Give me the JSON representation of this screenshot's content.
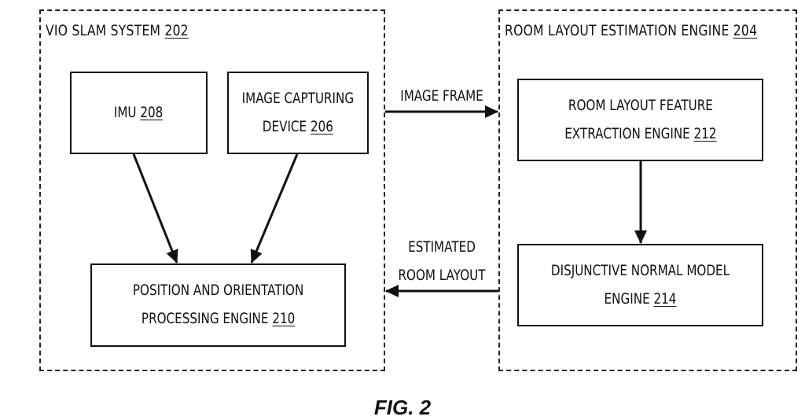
{
  "containers": {
    "vio": {
      "title": "VIO SLAM SYSTEM",
      "ref": "202"
    },
    "room": {
      "title": "ROOM LAYOUT ESTIMATION ENGINE",
      "ref": "204"
    }
  },
  "boxes": {
    "imu": {
      "line1": "IMU",
      "ref": "208"
    },
    "camera": {
      "line1": "IMAGE CAPTURING",
      "line2": "DEVICE",
      "ref": "206"
    },
    "pose": {
      "line1": "POSITION AND ORIENTATION",
      "line2": "PROCESSING ENGINE",
      "ref": "210"
    },
    "feature": {
      "line1": "ROOM LAYOUT FEATURE",
      "line2": "EXTRACTION ENGINE",
      "ref": "212"
    },
    "dnm": {
      "line1": "DISJUNCTIVE NORMAL MODEL",
      "line2": "ENGINE",
      "ref": "214"
    }
  },
  "connections": {
    "image_frame": {
      "label": "IMAGE FRAME"
    },
    "estimated_layout": {
      "line1": "ESTIMATED",
      "line2": "ROOM LAYOUT"
    }
  },
  "figure": {
    "caption": "FIG. 2"
  }
}
